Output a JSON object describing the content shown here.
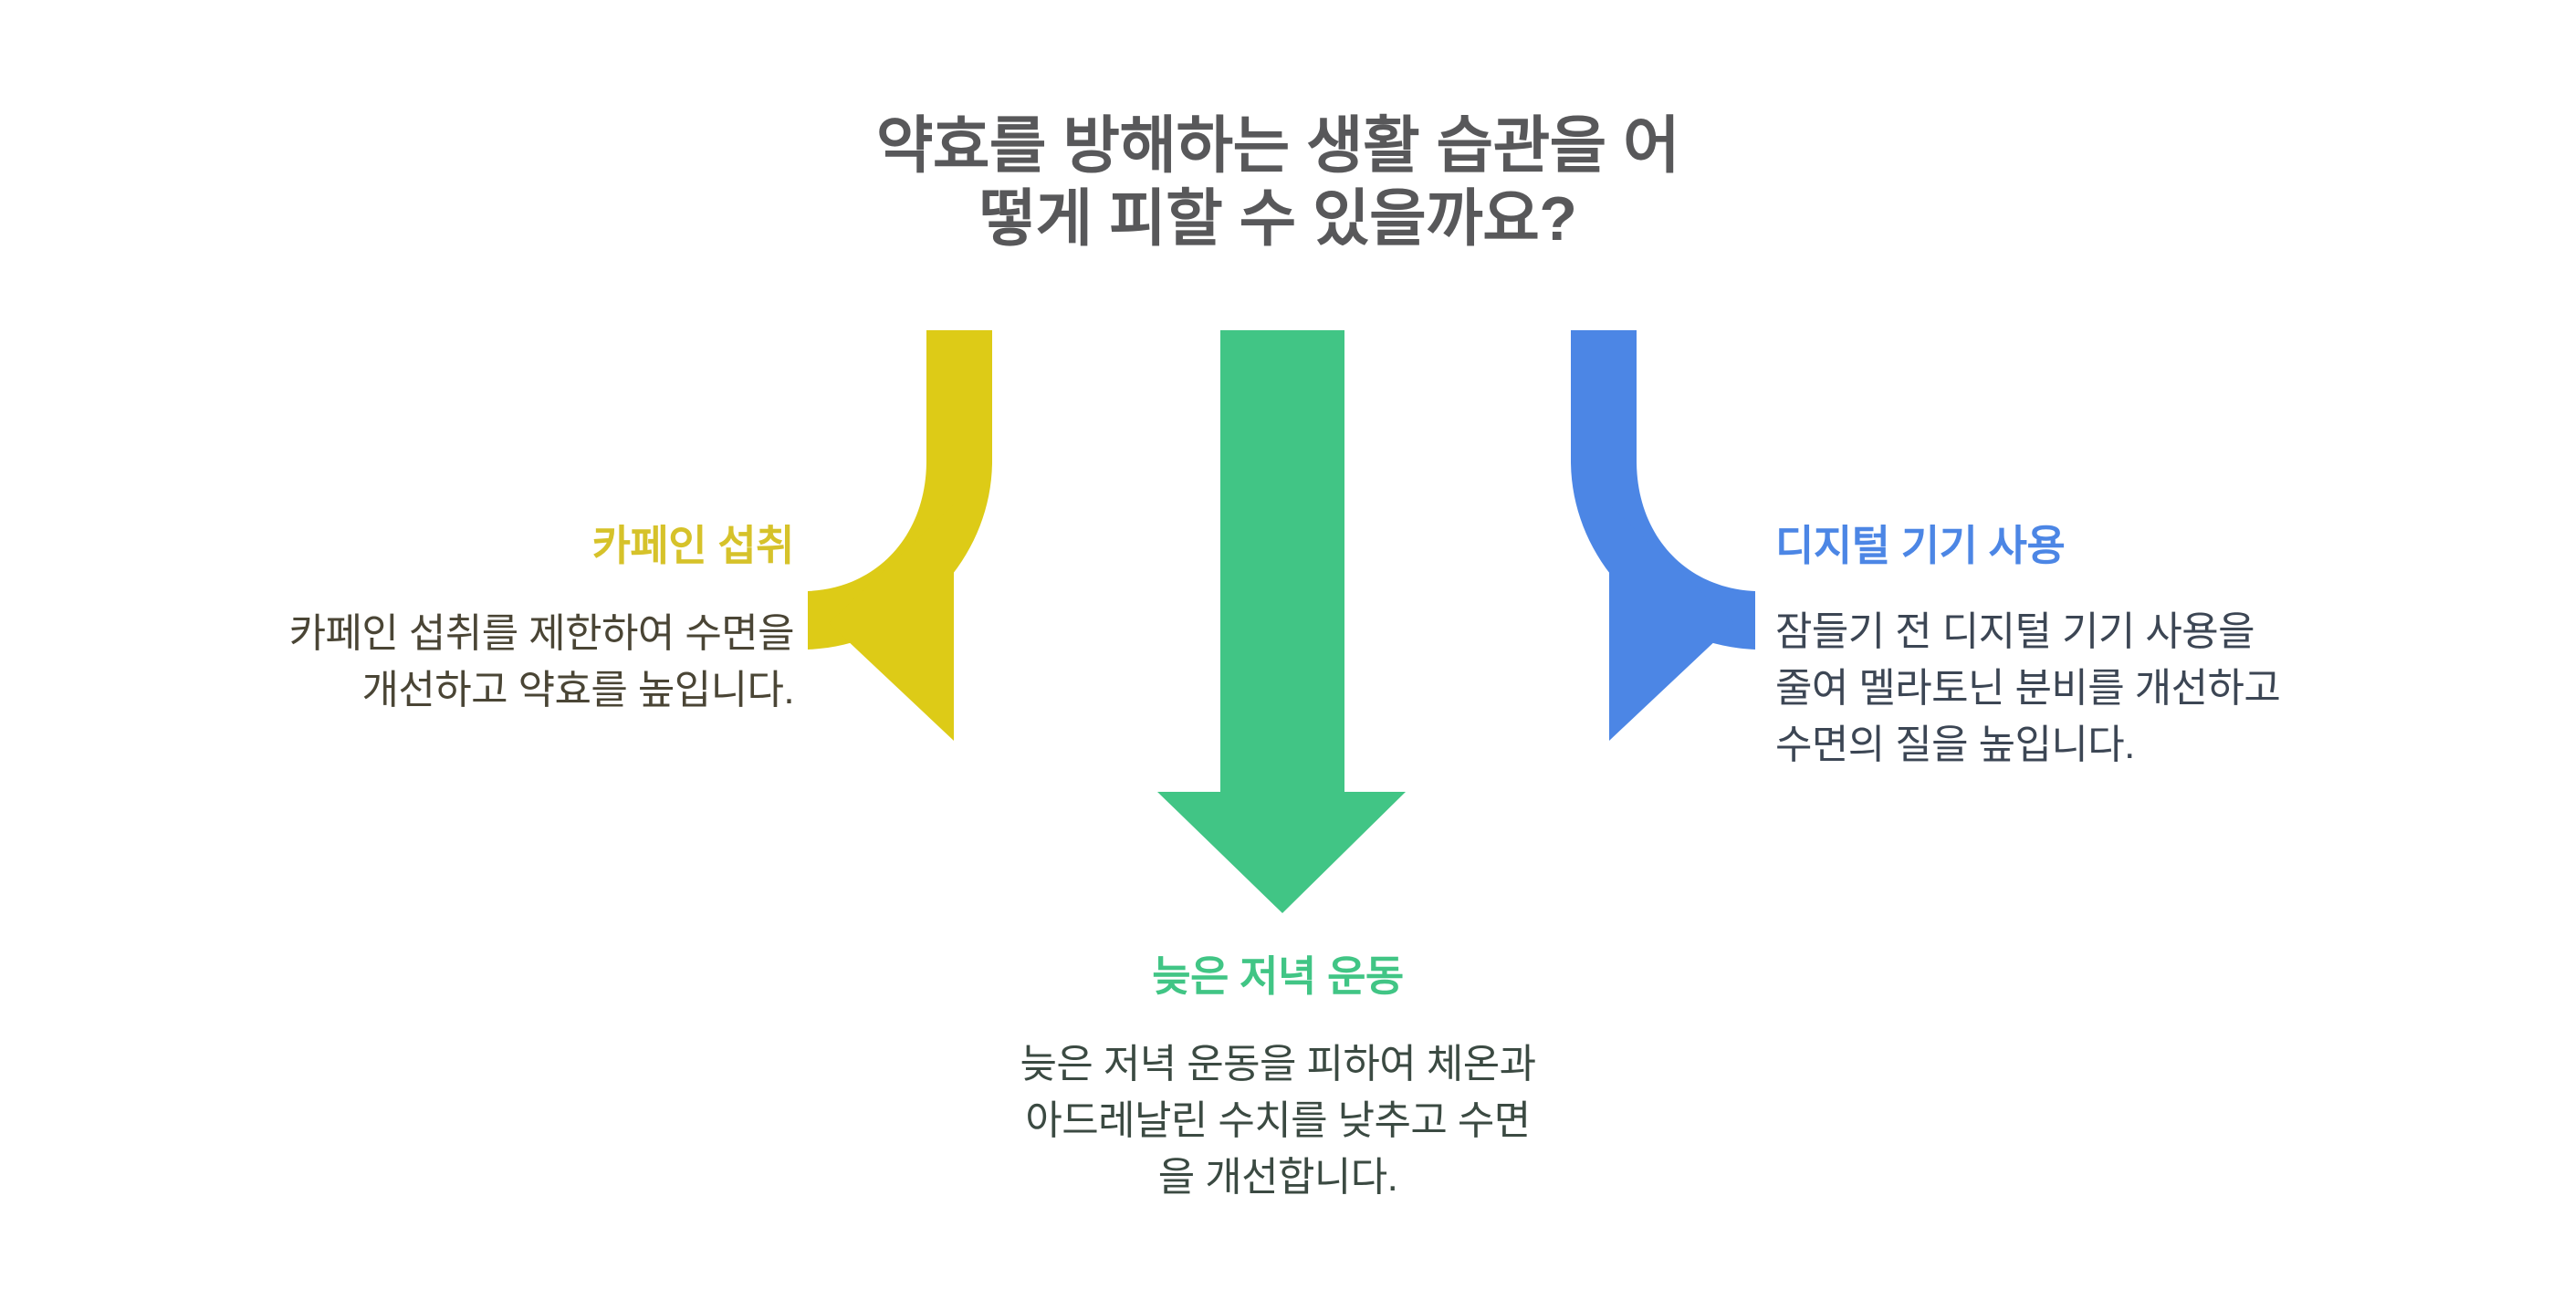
{
  "title": {
    "text": "약효를 방해하는 생활 습관을 어\n떻게 피할 수 있을까요?",
    "color": "#58585a"
  },
  "colors": {
    "yellow_arrow": "#ddcb17",
    "green_arrow": "#41c585",
    "blue_arrow": "#4c86e5",
    "yellow_heading": "#d6c22a",
    "green_heading": "#41c585",
    "blue_heading": "#4c86e5",
    "background": "#ffffff"
  },
  "branches": {
    "left": {
      "heading": "카페인 섭취",
      "body": "카페인 섭취를 제한하여 수면을\n개선하고 약효를 높입니다.",
      "arrow_direction": "curve-left",
      "arrow_color": "#ddcb17"
    },
    "center": {
      "heading": "늦은 저녁 운동",
      "body": "늦은 저녁 운동을 피하여 체온과\n아드레날린 수치를 낮추고 수면\n을 개선합니다.",
      "arrow_direction": "down",
      "arrow_color": "#41c585"
    },
    "right": {
      "heading": "디지털 기기 사용",
      "body": "잠들기 전 디지털 기기 사용을\n줄여 멜라토닌 분비를 개선하고\n수면의 질을 높입니다.",
      "arrow_direction": "curve-right",
      "arrow_color": "#4c86e5"
    }
  }
}
